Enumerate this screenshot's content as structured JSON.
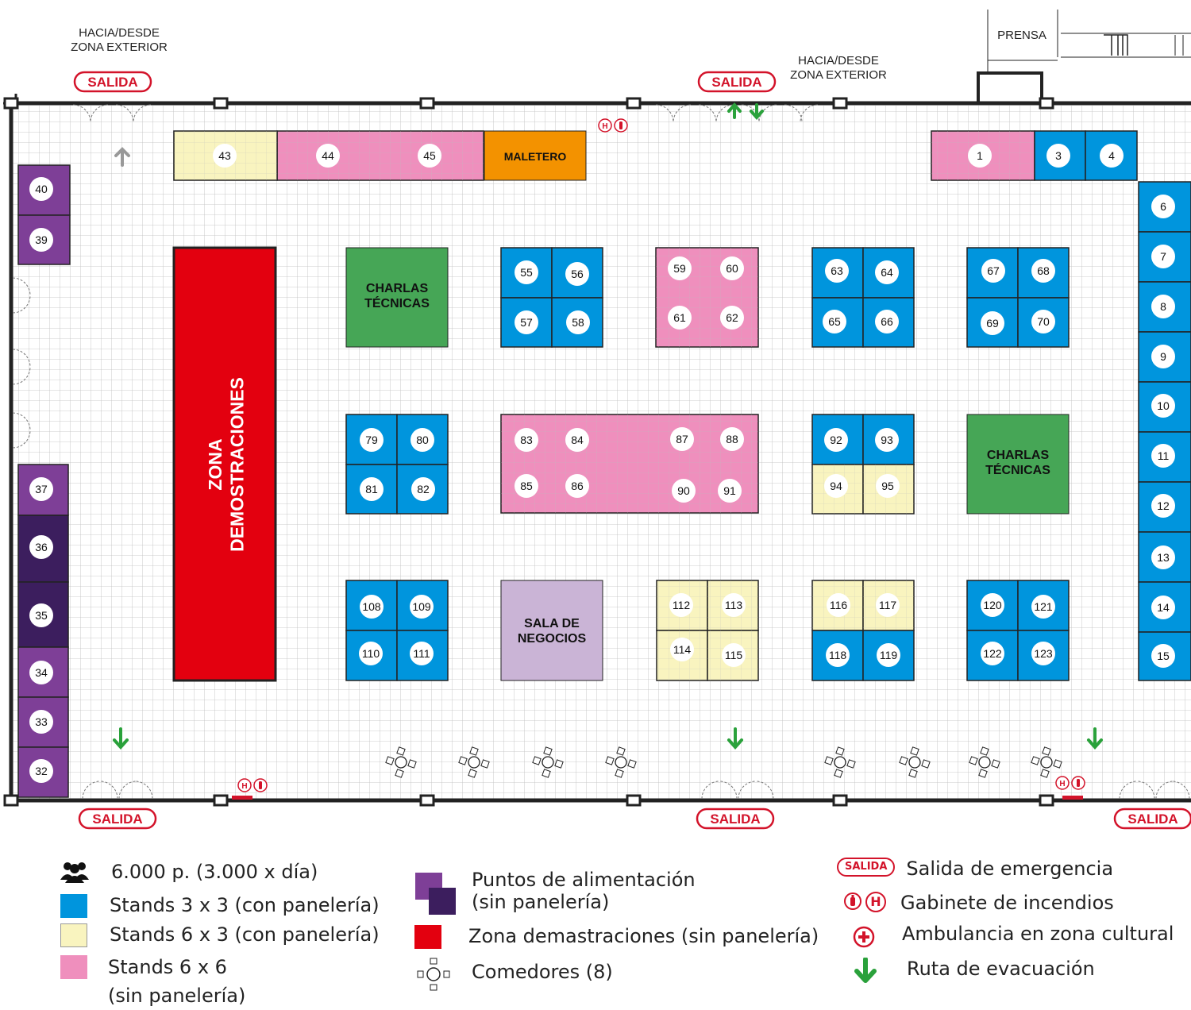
{
  "colors": {
    "blue": "#0095dd",
    "yellow": "#f9f4bf",
    "pink": "#ef8fbd",
    "green": "#46a656",
    "red": "#e3000f",
    "orange": "#f39200",
    "lavender": "#cab4d6",
    "purple_light": "#7e3f97",
    "purple_dark": "#3c1e5e",
    "salida_red": "#d3132a",
    "evac_green": "#2aa13b"
  },
  "map": {
    "zona_exterior_left": "HACIA/DESDE\nZONA EXTERIOR",
    "zona_exterior_right": "HACIA/DESDE\nZONA EXTERIOR",
    "prensa": "PRENSA",
    "salida_label": "SALIDA",
    "zona_demostraciones": "ZONA\nDEMOSTRACIONES",
    "charlas_tecnicas": "CHARLAS\nTÉCNICAS",
    "maletero": "MALETERO",
    "sala_de_negocios": "SALA DE\nNEGOCIOS",
    "hydrant_h": "H",
    "stands": [
      {
        "n": "43",
        "type": "yellow"
      },
      {
        "n": "44",
        "type": "pink"
      },
      {
        "n": "45",
        "type": "pink"
      },
      {
        "n": "1",
        "type": "pink"
      },
      {
        "n": "3",
        "type": "blue"
      },
      {
        "n": "4",
        "type": "blue"
      },
      {
        "n": "40",
        "type": "purple_light"
      },
      {
        "n": "39",
        "type": "purple_light"
      },
      {
        "n": "37",
        "type": "purple_light"
      },
      {
        "n": "36",
        "type": "purple_dark"
      },
      {
        "n": "35",
        "type": "purple_dark"
      },
      {
        "n": "34",
        "type": "purple_light"
      },
      {
        "n": "33",
        "type": "purple_light"
      },
      {
        "n": "32",
        "type": "purple_light"
      },
      {
        "n": "6",
        "type": "blue"
      },
      {
        "n": "7",
        "type": "blue"
      },
      {
        "n": "8",
        "type": "blue"
      },
      {
        "n": "9",
        "type": "blue"
      },
      {
        "n": "10",
        "type": "blue"
      },
      {
        "n": "11",
        "type": "blue"
      },
      {
        "n": "12",
        "type": "blue"
      },
      {
        "n": "13",
        "type": "blue"
      },
      {
        "n": "14",
        "type": "blue"
      },
      {
        "n": "15",
        "type": "blue"
      },
      {
        "n": "55",
        "type": "blue"
      },
      {
        "n": "56",
        "type": "blue"
      },
      {
        "n": "57",
        "type": "blue"
      },
      {
        "n": "58",
        "type": "blue"
      },
      {
        "n": "59",
        "type": "pink"
      },
      {
        "n": "60",
        "type": "pink"
      },
      {
        "n": "61",
        "type": "pink"
      },
      {
        "n": "62",
        "type": "pink"
      },
      {
        "n": "63",
        "type": "blue"
      },
      {
        "n": "64",
        "type": "blue"
      },
      {
        "n": "65",
        "type": "blue"
      },
      {
        "n": "66",
        "type": "blue"
      },
      {
        "n": "67",
        "type": "blue"
      },
      {
        "n": "68",
        "type": "blue"
      },
      {
        "n": "69",
        "type": "blue"
      },
      {
        "n": "70",
        "type": "blue"
      },
      {
        "n": "79",
        "type": "blue"
      },
      {
        "n": "80",
        "type": "blue"
      },
      {
        "n": "81",
        "type": "blue"
      },
      {
        "n": "82",
        "type": "blue"
      },
      {
        "n": "83",
        "type": "pink"
      },
      {
        "n": "84",
        "type": "pink"
      },
      {
        "n": "87",
        "type": "pink"
      },
      {
        "n": "88",
        "type": "pink"
      },
      {
        "n": "85",
        "type": "pink"
      },
      {
        "n": "86",
        "type": "pink"
      },
      {
        "n": "90",
        "type": "pink"
      },
      {
        "n": "91",
        "type": "pink"
      },
      {
        "n": "92",
        "type": "blue"
      },
      {
        "n": "93",
        "type": "blue"
      },
      {
        "n": "94",
        "type": "yellow"
      },
      {
        "n": "95",
        "type": "yellow"
      },
      {
        "n": "108",
        "type": "blue"
      },
      {
        "n": "109",
        "type": "blue"
      },
      {
        "n": "110",
        "type": "blue"
      },
      {
        "n": "111",
        "type": "blue"
      },
      {
        "n": "112",
        "type": "yellow"
      },
      {
        "n": "113",
        "type": "yellow"
      },
      {
        "n": "114",
        "type": "yellow"
      },
      {
        "n": "115",
        "type": "yellow"
      },
      {
        "n": "116",
        "type": "yellow"
      },
      {
        "n": "117",
        "type": "yellow"
      },
      {
        "n": "118",
        "type": "blue"
      },
      {
        "n": "119",
        "type": "blue"
      },
      {
        "n": "120",
        "type": "blue"
      },
      {
        "n": "121",
        "type": "blue"
      },
      {
        "n": "122",
        "type": "blue"
      },
      {
        "n": "123",
        "type": "blue"
      }
    ]
  },
  "legend": {
    "capacity": "6.000 p. (3.000 x día)",
    "stands_3x3": "Stands 3 x 3 (con panelería)",
    "stands_6x3": "Stands 6 x 3 (con panelería)",
    "stands_6x6": "Stands 6 x 6\n(sin panelería)",
    "puntos_alimentacion": "Puntos de alimentación\n(sin panelería)",
    "zona_demostraciones": "Zona demastraciones (sin panelería)",
    "comedores": "Comedores (8)",
    "salida_badge": "SALIDA",
    "salida_emergencia": "Salida de emergencia",
    "gabinete_incendios": "Gabinete de incendios",
    "ambulancia": "Ambulancia en zona cultural",
    "ruta_evacuacion": "Ruta de evacuación"
  }
}
